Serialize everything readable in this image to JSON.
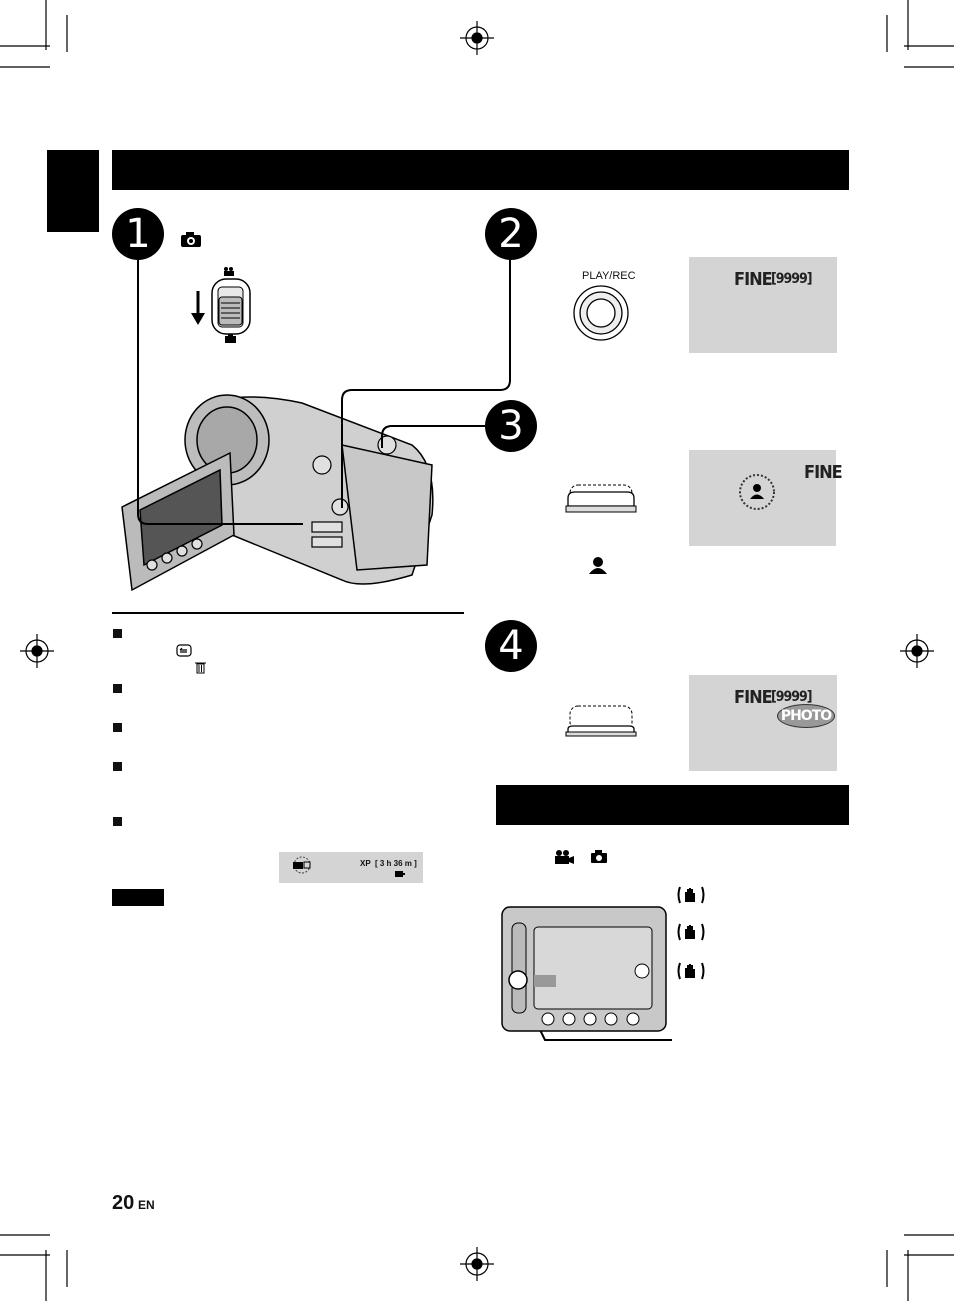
{
  "step_badges": [
    "1",
    "2",
    "3",
    "4"
  ],
  "mode_switch": {
    "arrow": "down"
  },
  "step2": {
    "button_label": "PLAY/REC",
    "lcd_quality": "FINE",
    "lcd_count": "[9999]"
  },
  "step3": {
    "lcd_quality": "FINE"
  },
  "step4": {
    "lcd_quality": "FINE",
    "lcd_count": "[9999]",
    "lcd_badge": "PHOTO"
  },
  "small_lcd": {
    "quality": "XP",
    "remaining": "[ 3 h 36 m ]"
  },
  "footer": {
    "page_number": "20",
    "lang": "EN"
  }
}
